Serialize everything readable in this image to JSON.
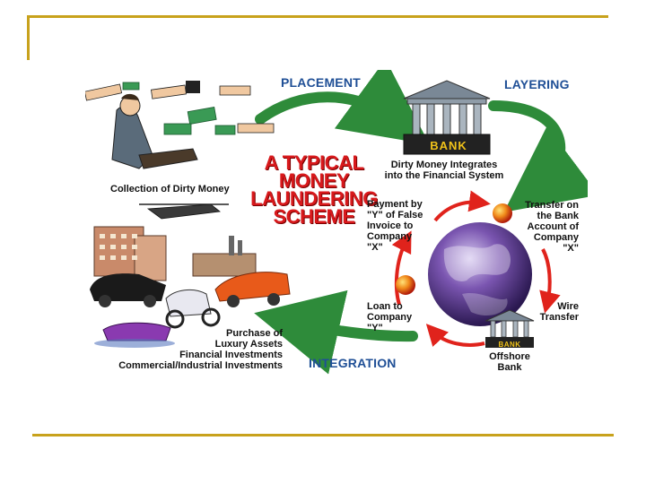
{
  "slide": {
    "accent_color": "#c8a21c"
  },
  "diagram": {
    "title_lines": [
      "A TYPICAL",
      "MONEY",
      "LAUNDERING",
      "SCHEME"
    ],
    "stages": {
      "placement": "PLACEMENT",
      "layering": "LAYERING",
      "integration": "INTEGRATION"
    },
    "labels": {
      "collection": "Collection of Dirty Money",
      "integrates_1": "Dirty Money Integrates",
      "integrates_2": "into the Financial System",
      "bank_sign": "BANK",
      "payment": [
        "Payment by",
        "\"Y\" of False",
        "Invoice to",
        "Company",
        "\"X\""
      ],
      "transfer": [
        "Transfer on",
        "the Bank",
        "Account of",
        "Company",
        "\"X\""
      ],
      "wire": [
        "Wire",
        "Transfer"
      ],
      "offshore_sign": "BANK",
      "offshore": [
        "Offshore",
        "Bank"
      ],
      "loan": [
        "Loan to",
        "Company",
        "\"Y\""
      ],
      "purchase": [
        "Purchase of",
        "Luxury Assets",
        "Financial Investments",
        "Commercial/Industrial Investments"
      ]
    },
    "colors": {
      "stage_text": "#1f4f96",
      "title_red": "#d8191c",
      "arrow_green": "#2e8b3a",
      "cycle_red": "#e0231c"
    }
  }
}
